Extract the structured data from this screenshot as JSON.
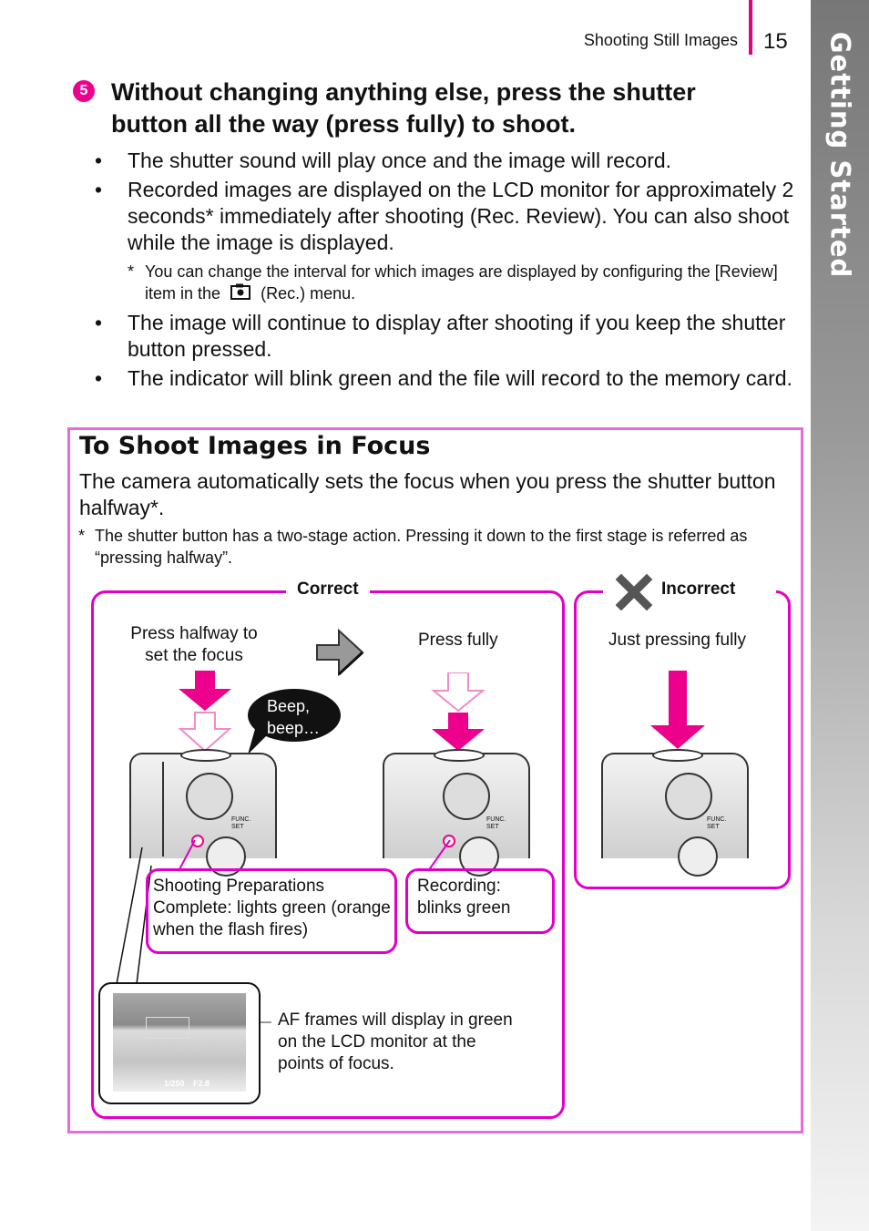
{
  "header": {
    "section": "Shooting Still Images",
    "page_number": "15"
  },
  "side_tab": {
    "label": "Getting Started"
  },
  "step": {
    "number": "5",
    "heading": "Without changing anything else, press the shutter button all the way (press fully) to shoot.",
    "bullets": [
      "The shutter sound will play once and the image will record.",
      "Recorded images are displayed on the LCD monitor for approximately 2 seconds* immediately after shooting (Rec. Review). You can also shoot while the image is displayed.",
      "The image will continue to display after shooting if you keep the shutter button pressed.",
      "The indicator will blink green and the file will record to the memory card."
    ],
    "footnote_star": "*",
    "footnote_before": "You can change the interval for which images are displayed by configuring the [Review] item in the",
    "footnote_after": "(Rec.) menu."
  },
  "panel": {
    "title": "To Shoot Images in Focus",
    "intro": "The camera automatically sets the focus when you press the shutter button halfway*.",
    "footnote_star": "*",
    "footnote": "The shutter button has a two-stage action. Pressing it down to the first stage is referred as “pressing halfway”.",
    "correct_label": "Correct",
    "incorrect_label": "Incorrect",
    "press_halfway": "Press halfway to set the focus",
    "press_fully": "Press fully",
    "just_pressing": "Just pressing fully",
    "beep": "Beep, beep…",
    "shooting_prep": "Shooting Preparations Complete: lights green (orange when the flash fires)",
    "recording": "Recording: blinks green",
    "af_frames": "AF frames will display in green on the LCD monitor at the points of focus.",
    "camera_func_label": "FUNC.\nSET",
    "lcd_shutter": "1/250",
    "lcd_aperture": "F2.8"
  },
  "colors": {
    "accent": "#ec008c",
    "panel_border": "#ec6ad6",
    "box_border": "#e100c8"
  }
}
